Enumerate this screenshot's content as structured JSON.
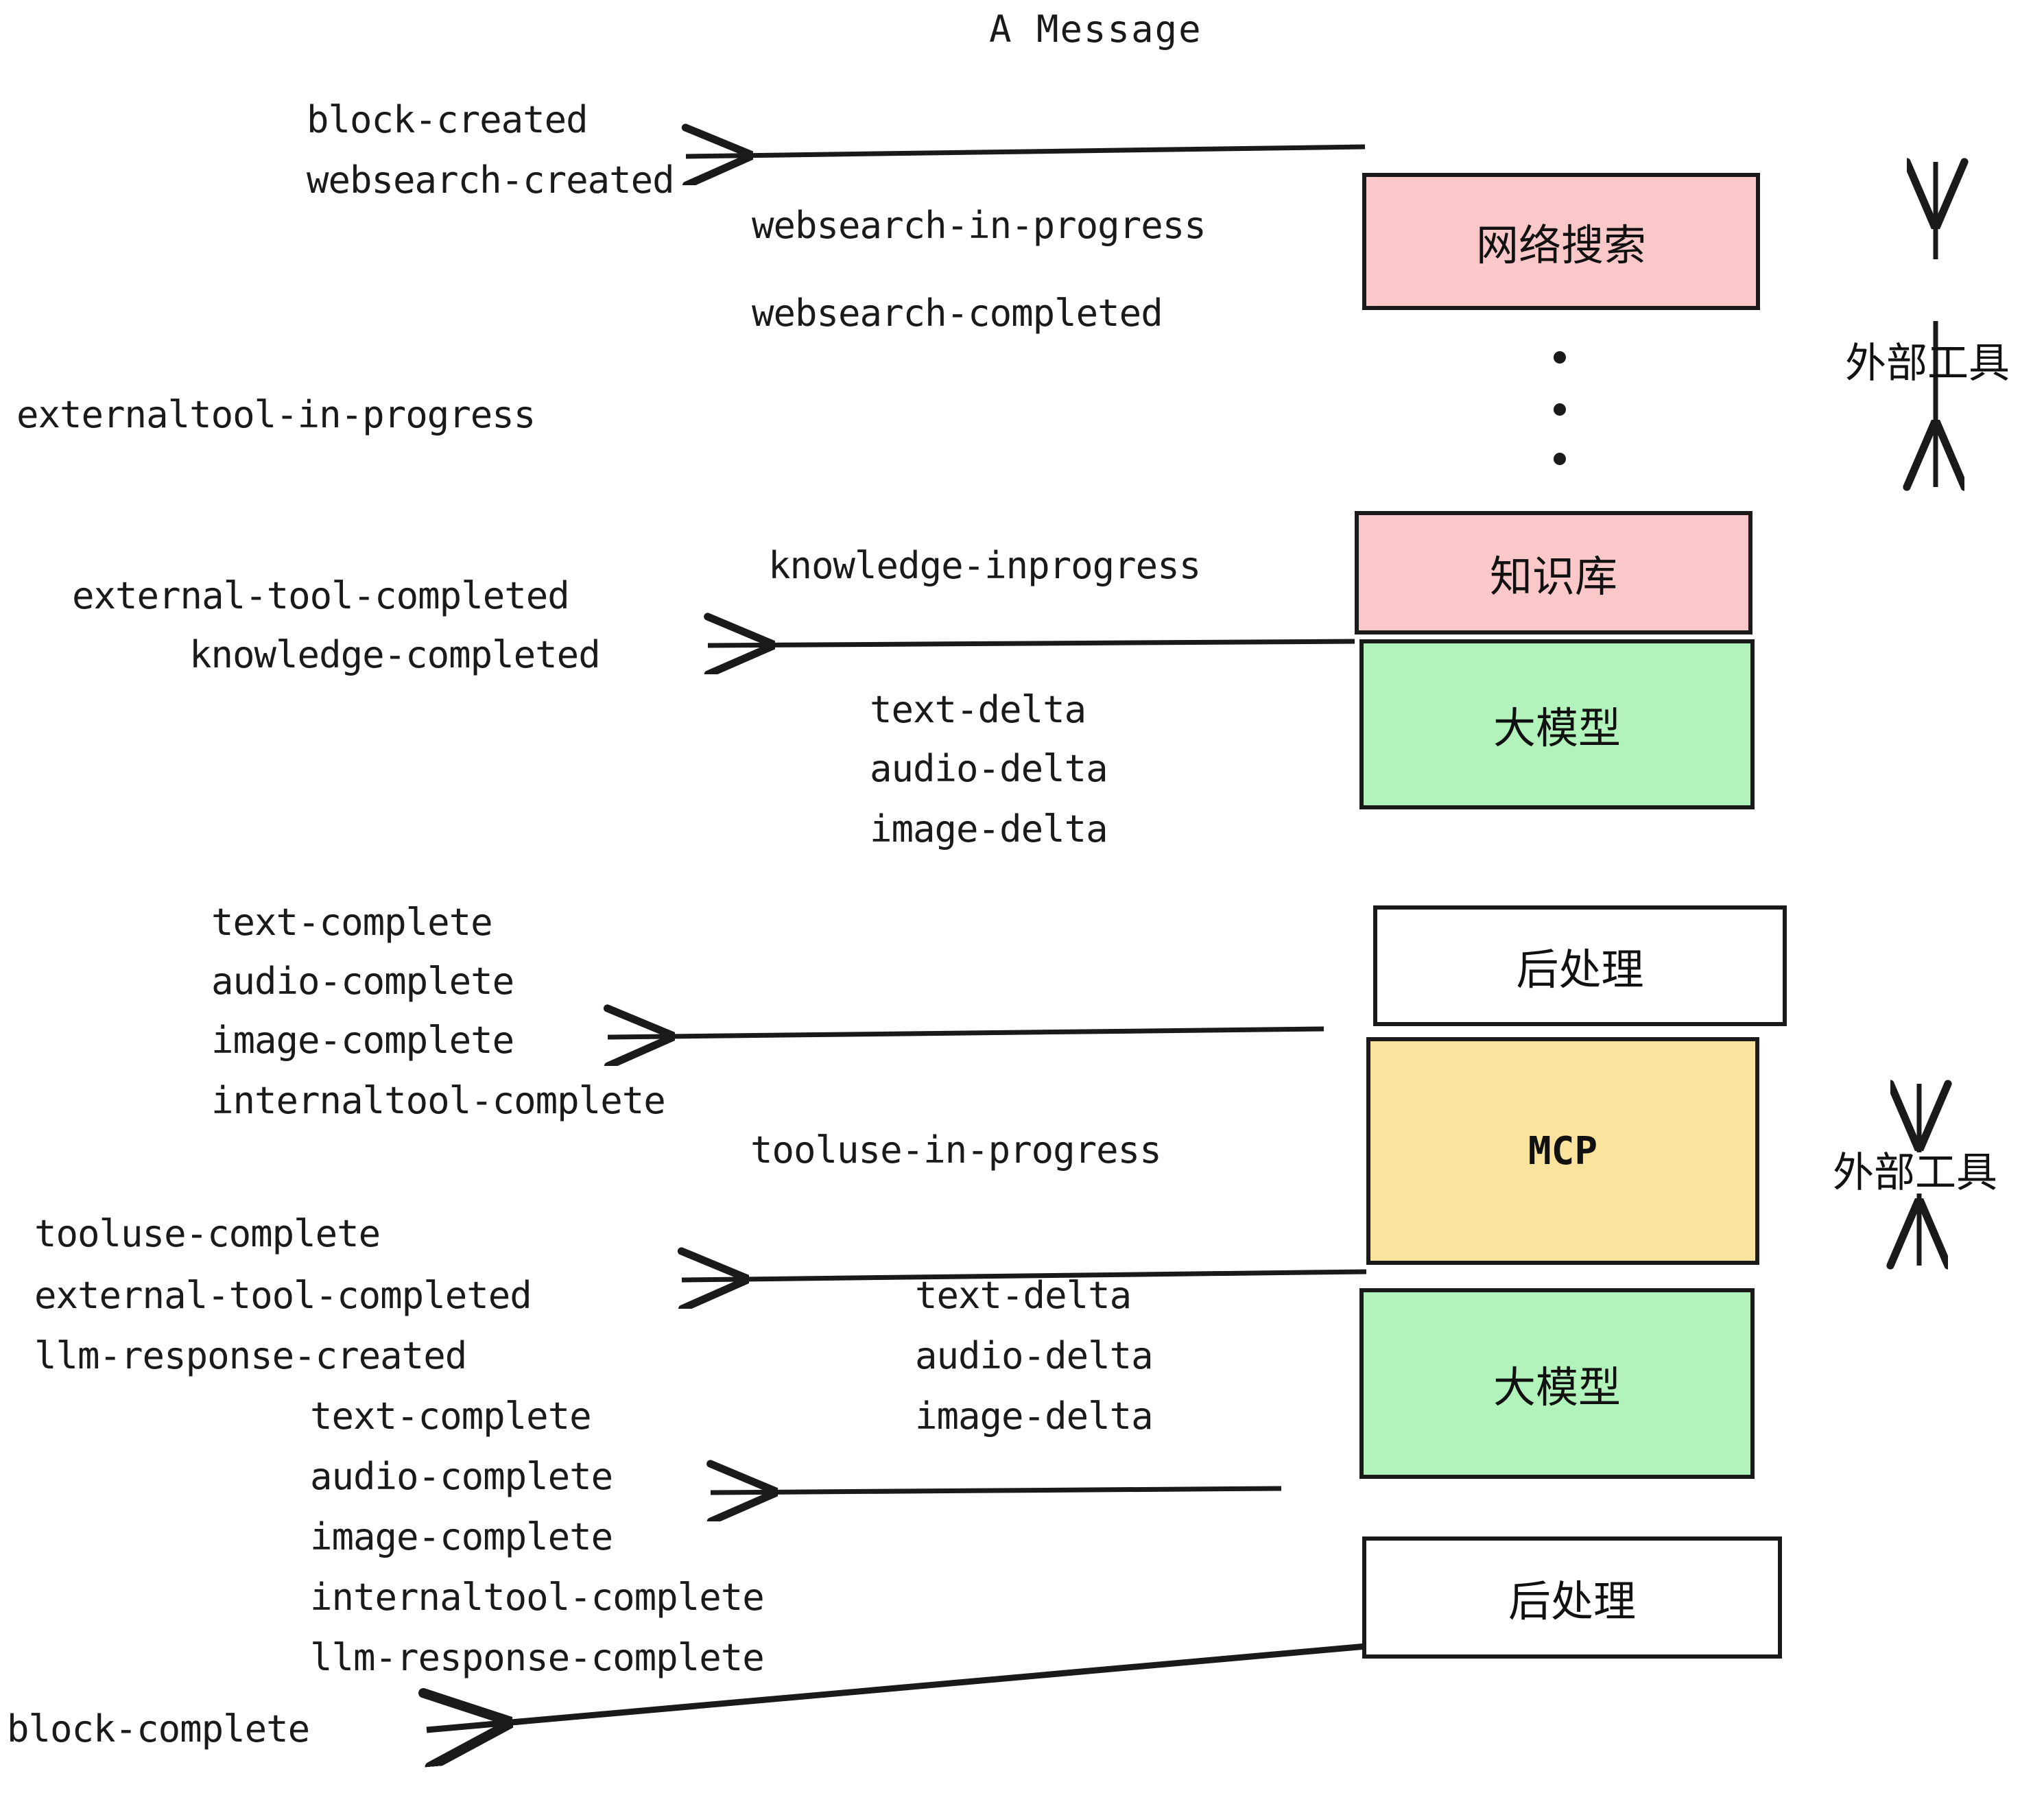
{
  "title": "A Message",
  "colors": {
    "pink": "#FAC8C8",
    "green": "#B2F2BB",
    "yellow": "#FAE39C",
    "white": "#FFFFFF",
    "stroke": "#1A1A1A",
    "background": "#FFFFFF"
  },
  "boxes": [
    {
      "id": "websearch",
      "label": "网络搜索",
      "fill": "pink"
    },
    {
      "id": "knowledge",
      "label": "知识库",
      "fill": "pink"
    },
    {
      "id": "llm-1",
      "label": "大模型",
      "fill": "green"
    },
    {
      "id": "postprocess-1",
      "label": "后处理",
      "fill": "white"
    },
    {
      "id": "mcp",
      "label": "MCP",
      "fill": "yellow"
    },
    {
      "id": "llm-2",
      "label": "大模型",
      "fill": "green"
    },
    {
      "id": "postprocess-2",
      "label": "后处理",
      "fill": "white"
    }
  ],
  "side_annotations": [
    {
      "id": "external-tools-top",
      "label": "外部工具"
    },
    {
      "id": "external-tools-bottom",
      "label": "外部工具"
    }
  ],
  "events": {
    "group_block_created": [
      "block-created",
      "websearch-created"
    ],
    "group_websearch": [
      "websearch-in-progress",
      "websearch-completed"
    ],
    "group_externaltool": [
      "externaltool-in-progress"
    ],
    "group_knowledge_inprogress": [
      "knowledge-inprogress"
    ],
    "group_knowledge_completed": [
      "external-tool-completed",
      "knowledge-completed"
    ],
    "group_llm1_delta": [
      "text-delta",
      "audio-delta",
      "image-delta"
    ],
    "group_postprocess1": [
      "text-complete",
      "audio-complete",
      "image-complete",
      "internaltool-complete"
    ],
    "group_tooluse_inprogress": [
      "tooluse-in-progress"
    ],
    "group_tooluse_complete": [
      "tooluse-complete",
      "external-tool-completed",
      "llm-response-created"
    ],
    "group_llm2_delta": [
      "text-delta",
      "audio-delta",
      "image-delta"
    ],
    "group_postprocess2": [
      "text-complete",
      "audio-complete",
      "image-complete",
      "internaltool-complete",
      "llm-response-complete"
    ],
    "group_block_complete": [
      "block-complete"
    ]
  },
  "ellipsis": {
    "id": "vertical-ellipsis",
    "count": 3
  }
}
